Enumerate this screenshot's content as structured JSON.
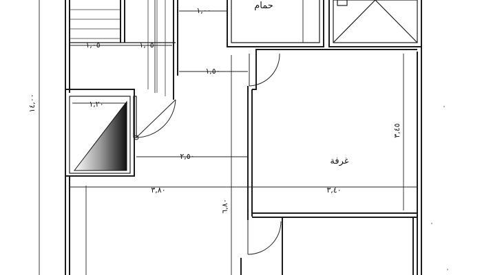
{
  "plan": {
    "rooms": {
      "bathroom": "حمام",
      "room": "غرفة"
    },
    "dimensions": {
      "total_height": "١٤,٠٠",
      "top_dim": "١,٠٠",
      "stair_left": "١,٠٥",
      "stair_right": "١,٠٥",
      "corridor": "١,٥٠",
      "lift_width": "١,٢٠",
      "hall_width": "٢,٥٠",
      "left_span": "٣,٨٠",
      "right_span": "٣,٤٠",
      "room_height": "٣,٤٥",
      "center_height": "٦,٨٠"
    }
  }
}
